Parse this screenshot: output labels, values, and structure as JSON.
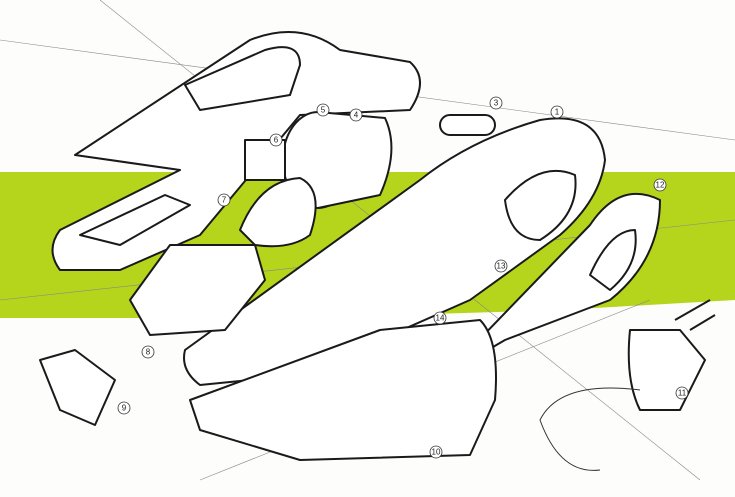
{
  "title": "Handheld vacuum exploded-view sketch",
  "colors": {
    "marker": "#b5d41c",
    "ink": "#1a1a1a",
    "paper": "#fdfdfb"
  },
  "callouts": [
    {
      "label": "1"
    },
    {
      "label": "3"
    },
    {
      "label": "4"
    },
    {
      "label": "5"
    },
    {
      "label": "6"
    },
    {
      "label": "7"
    },
    {
      "label": "8"
    },
    {
      "label": "9"
    },
    {
      "label": "10"
    },
    {
      "label": "11"
    },
    {
      "label": "12"
    },
    {
      "label": "13"
    },
    {
      "label": "14"
    }
  ]
}
